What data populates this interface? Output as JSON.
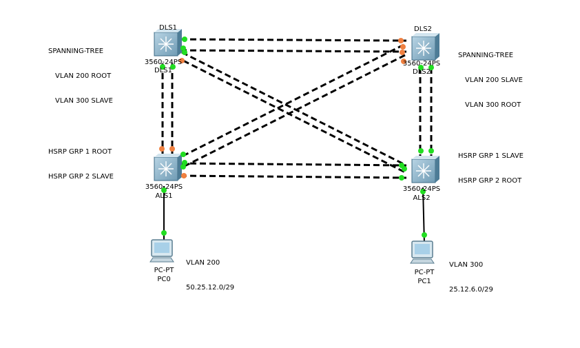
{
  "devices": {
    "dls1": {
      "name": "DLS1",
      "model": "3560-24PS"
    },
    "dls2": {
      "name": "DLS2",
      "model": "3560-24PS"
    },
    "als1": {
      "name": "ALS1",
      "model": "3560-24PS"
    },
    "als2": {
      "name": "ALS2",
      "model": "3560-24PS"
    },
    "pc0": {
      "name": "PC0",
      "model": "PC-PT"
    },
    "pc1": {
      "name": "PC1",
      "model": "PC-PT"
    }
  },
  "notes": {
    "dls1": [
      "SPANNING-TREE",
      "VLAN 200 ROOT",
      "VLAN 300 SLAVE",
      "",
      "HSRP GRP 1 ROOT",
      "HSRP GRP 2 SLAVE"
    ],
    "dls2": [
      "SPANNING-TREE",
      "VLAN 200 SLAVE",
      "VLAN 300 ROOT",
      "",
      "HSRP GRP 1 SLAVE",
      "HSRP GRP 2 ROOT"
    ],
    "pc0": [
      "VLAN 200",
      "50.25.12.0/29"
    ],
    "pc1": [
      "VLAN 300",
      "25.12.6.0/29"
    ]
  },
  "colors": {
    "link_up": "#22dd22",
    "link_blocked": "#f08040",
    "cable": "#000000",
    "switch_face": "#7fa8c0"
  }
}
